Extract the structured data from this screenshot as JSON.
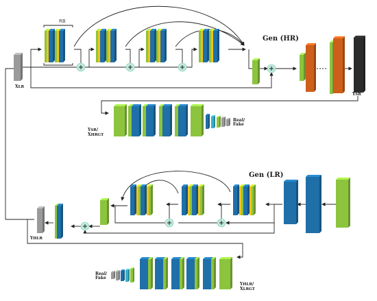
{
  "labels": {
    "rb": "RB",
    "gen_hr": "Gen (HR)",
    "gen_lr": "Gen (LR)",
    "x_lr": "X",
    "x_lr_sub": "LR",
    "y_sr": "Y",
    "y_sr_sub": "SR",
    "disc_top_in1": "Y",
    "disc_top_in1_sub": "SR",
    "disc_top_in2": "X",
    "disc_top_in2_sub": "HRGT",
    "disc_top_out": "Real/",
    "disc_top_out2": "Fake",
    "y_hlr": "Y",
    "y_hlr_sub": "HLR",
    "disc_bot_out": "Real/",
    "disc_bot_out2": "Fake",
    "disc_bot_in1": "Y",
    "disc_bot_in1_sub": "HLR",
    "disc_bot_in2": "X",
    "disc_bot_in2_sub": "LRGT"
  },
  "colors": {
    "blue": "#1f6fa8",
    "blue_dark": "#16537f",
    "green": "#8cc43e",
    "yellow": "#f2c31a",
    "orange": "#cc5f1a",
    "grey": "#9a9a9a",
    "black": "#2b2b2b",
    "sum_node": "#bfe9dc"
  },
  "icons": {
    "sum": "plus-circle-icon"
  }
}
